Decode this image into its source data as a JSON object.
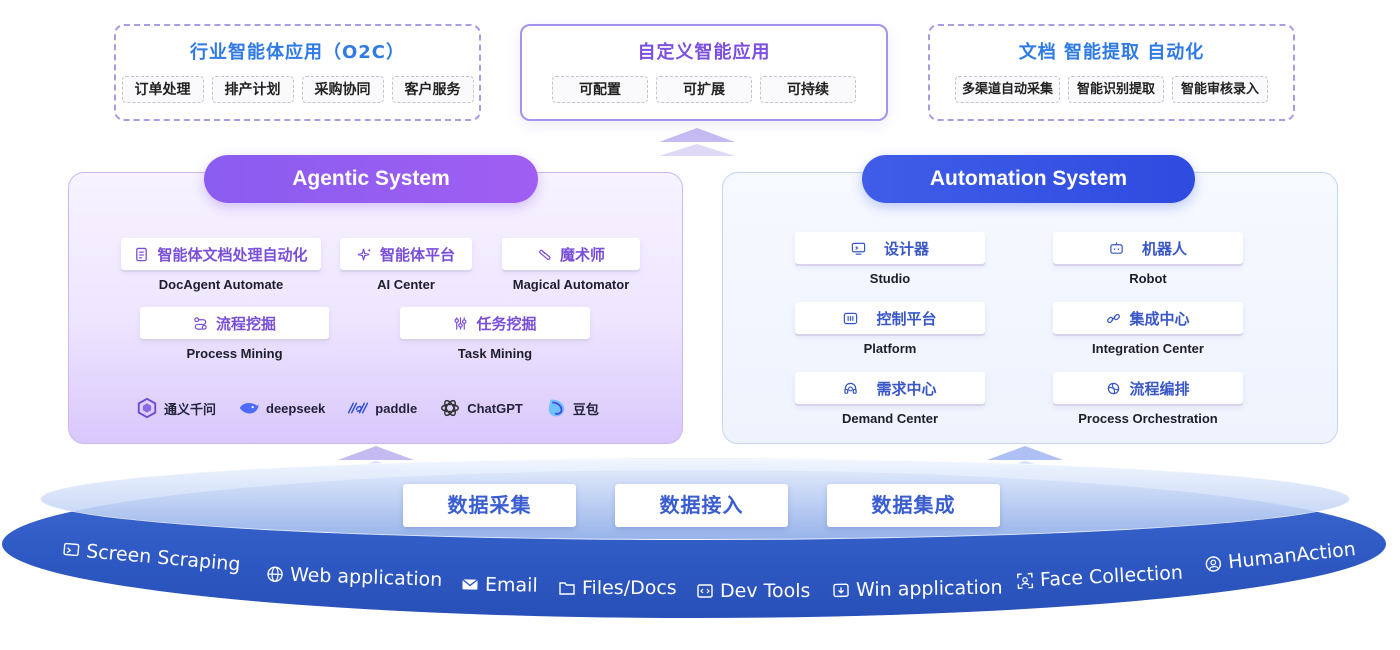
{
  "top_boxes": [
    {
      "title": "行业智能体应用（O2C）",
      "chips": [
        "订单处理",
        "排产计划",
        "采购协同",
        "客户服务"
      ]
    },
    {
      "title": "自定义智能应用",
      "chips": [
        "可配置",
        "可扩展",
        "可持续"
      ]
    },
    {
      "title": "文档 智能提取 自动化",
      "chips": [
        "多渠道自动采集",
        "智能识别提取",
        "智能审核录入"
      ]
    }
  ],
  "agentic": {
    "title": "Agentic System",
    "modules": [
      {
        "label": "智能体文档处理自动化",
        "sub": "DocAgent Automate",
        "icon": "document-icon"
      },
      {
        "label": "智能体平台",
        "sub": "AI Center",
        "icon": "sparkle-icon"
      },
      {
        "label": "魔术师",
        "sub": "Magical Automator",
        "icon": "magic-wand-icon"
      },
      {
        "label": "流程挖掘",
        "sub": "Process Mining",
        "icon": "flow-icon"
      },
      {
        "label": "任务挖掘",
        "sub": "Task Mining",
        "icon": "sliders-icon"
      }
    ],
    "llms": [
      {
        "name": "通义千问",
        "icon": "tongyi-logo"
      },
      {
        "name": "deepseek",
        "icon": "deepseek-whale-logo"
      },
      {
        "name": "paddle",
        "icon": "paddle-logo"
      },
      {
        "name": "ChatGPT",
        "icon": "openai-logo"
      },
      {
        "name": "豆包",
        "icon": "doubao-logo"
      }
    ]
  },
  "automation": {
    "title": "Automation System",
    "modules": [
      {
        "label": "设计器",
        "sub": "Studio",
        "icon": "monitor-icon"
      },
      {
        "label": "机器人",
        "sub": "Robot",
        "icon": "robot-icon"
      },
      {
        "label": "控制平台",
        "sub": "Platform",
        "icon": "control-icon"
      },
      {
        "label": "集成中心",
        "sub": "Integration Center",
        "icon": "link-icon"
      },
      {
        "label": "需求中心",
        "sub": "Demand Center",
        "icon": "headset-icon"
      },
      {
        "label": "流程编排",
        "sub": "Process Orchestration",
        "icon": "orchestration-icon"
      }
    ]
  },
  "data_layer": [
    "数据采集",
    "数据接入",
    "数据集成"
  ],
  "sources": [
    {
      "label": "Screen Scraping",
      "icon": "screen-scraping-icon"
    },
    {
      "label": "Web application",
      "icon": "globe-icon"
    },
    {
      "label": "Email",
      "icon": "email-icon"
    },
    {
      "label": "Files/Docs",
      "icon": "folder-icon"
    },
    {
      "label": "Dev Tools",
      "icon": "code-icon"
    },
    {
      "label": "Win application",
      "icon": "download-box-icon"
    },
    {
      "label": "Face Collection",
      "icon": "face-scan-icon"
    },
    {
      "label": "HumanAction",
      "icon": "user-circle-icon"
    }
  ],
  "colors": {
    "agentic_accent": "#8a5cf0",
    "automation_accent": "#3f5de8",
    "base": "#2e58c2",
    "top_title_blue": "#2f7ae5",
    "top_title_purple": "#7b4fe0"
  }
}
